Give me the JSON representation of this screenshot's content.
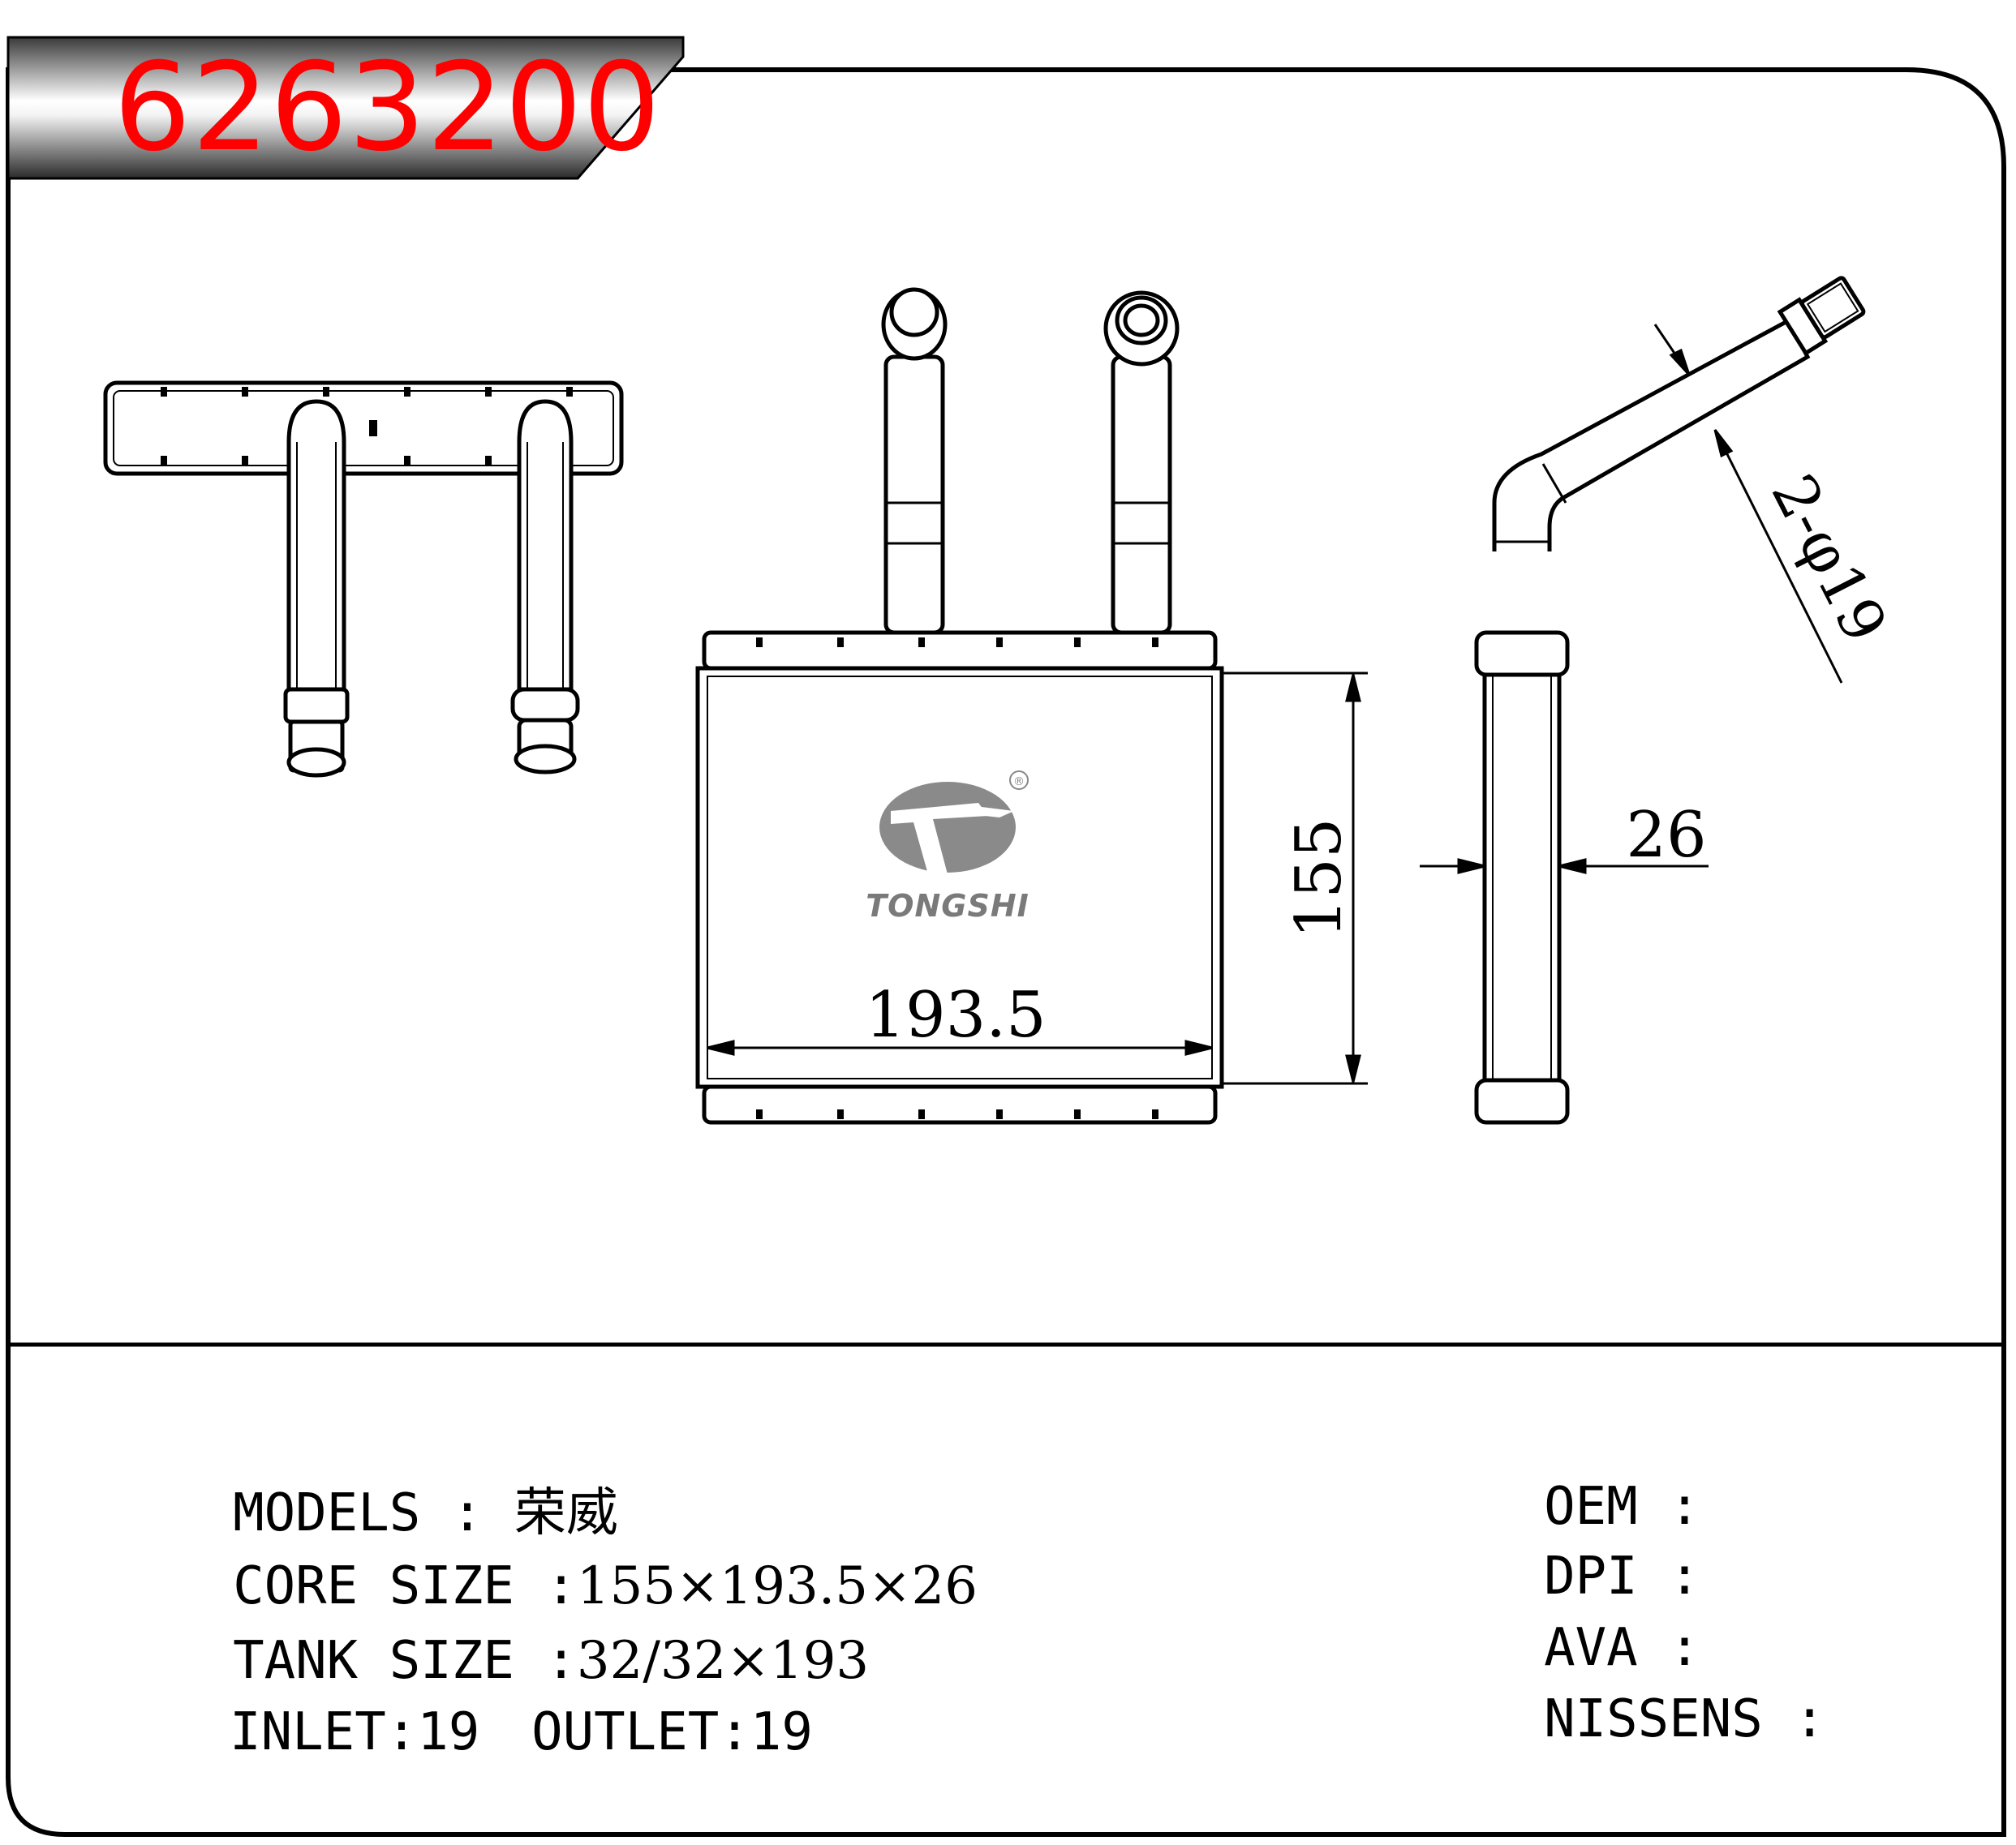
{
  "part_number": "6263200",
  "brand": {
    "name": "TONGSHI",
    "registered": "®"
  },
  "dimensions": {
    "height": "155",
    "width": "193.5",
    "thickness": "26",
    "pipe": "2-φ19"
  },
  "specs_left": [
    {
      "key": "MODELS",
      "sep": " : ",
      "val": "荣威"
    },
    {
      "key": "CORE SIZE",
      "sep": " :",
      "val": "155×193.5×26"
    },
    {
      "key": "TANK SIZE",
      "sep": " :",
      "val": "32/32×193"
    },
    {
      "key": "INLET",
      "sep": ":",
      "val": "19"
    },
    {
      "key": "OUTLET",
      "sep": ":",
      "val": "19"
    }
  ],
  "specs_right": [
    {
      "key": "OEM",
      "sep": " :"
    },
    {
      "key": "DPI",
      "sep": " :"
    },
    {
      "key": "AVA",
      "sep": " :"
    },
    {
      "key": "NISSENS",
      "sep": " :"
    }
  ]
}
